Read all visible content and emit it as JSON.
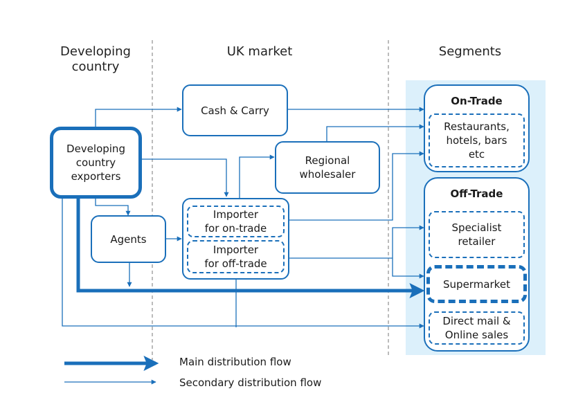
{
  "headers": {
    "developing_country": "Developing\ncountry",
    "uk_market": "UK market",
    "segments": "Segments"
  },
  "nodes": {
    "exporters": "Developing\ncountry\nexporters",
    "cash_carry": "Cash & Carry",
    "regional_wholesaler": "Regional\nwholesaler",
    "agents": "Agents",
    "importer_on_trade": "Importer\nfor on-trade",
    "importer_off_trade": "Importer\nfor off-trade",
    "on_trade": "On-Trade",
    "restaurants": "Restaurants,\nhotels, bars\netc",
    "off_trade": "Off-Trade",
    "specialist_retailer": "Specialist\nretailer",
    "supermarket": "Supermarket",
    "direct_mail": "Direct mail &\nOnline sales"
  },
  "legend": {
    "main": "Main distribution flow",
    "secondary": "Secondary distribution flow"
  },
  "colors": {
    "line": "#1a6fba",
    "segment_panel": "#dcf0fb"
  }
}
